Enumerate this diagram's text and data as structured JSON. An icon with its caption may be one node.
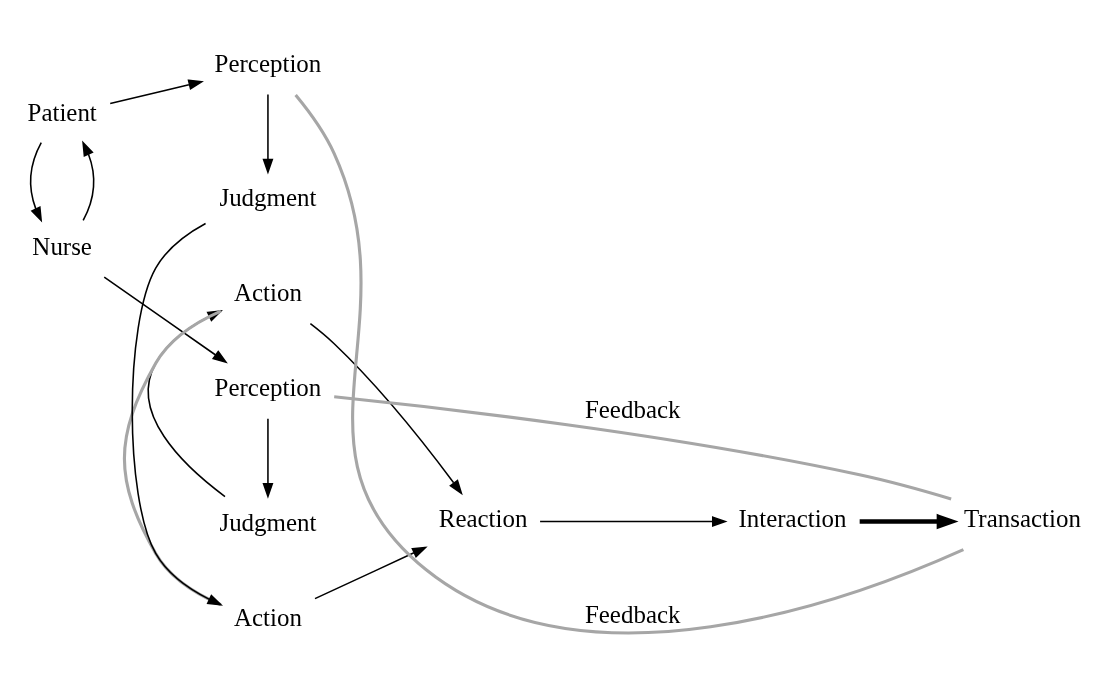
{
  "diagram": {
    "nodes": [
      {
        "text": [
          "Nurse"
        ]
      },
      {
        "text": [
          "Patient"
        ]
      },
      {
        "text": [
          "Perception"
        ]
      },
      {
        "text": [
          "Judgment"
        ]
      },
      {
        "text": [
          "Action"
        ]
      },
      {
        "text": [
          "Action"
        ]
      },
      {
        "text": [
          "Judgment"
        ]
      },
      {
        "text": [
          "Perception"
        ]
      },
      {
        "text": [
          "Reaction"
        ]
      },
      {
        "text": [
          "Interaction"
        ]
      },
      {
        "text": [
          "Transaction"
        ]
      }
    ],
    "edges": [
      {
        "from": 0,
        "to": 1,
        "arrow": "to"
      },
      {
        "from": 1,
        "to": 0,
        "arrow": "to"
      },
      {
        "from": 0,
        "to": 2,
        "arrow": "to"
      },
      {
        "from": 1,
        "to": 7,
        "arrow": "to"
      },
      {
        "from": 2,
        "to": 3,
        "arrow": "to"
      },
      {
        "from": 3,
        "to": 4,
        "arrow": "to"
      },
      {
        "from": 7,
        "to": 6,
        "arrow": "to"
      },
      {
        "from": 6,
        "to": 5,
        "arrow": "to"
      },
      {
        "from": 4,
        "to": 5,
        "arrow": "none",
        "color": "#a6a6a6"
      },
      {
        "from": 4,
        "to": 8,
        "arrow": "to"
      },
      {
        "from": 5,
        "to": 8,
        "arrow": "to"
      },
      {
        "from": 8,
        "to": 9,
        "arrow": "to"
      },
      {
        "from": 9,
        "to": 10,
        "arrow": "to",
        "style": "thick"
      },
      {
        "from": 10,
        "to": 2,
        "arrow": "none",
        "color": "#a6a6a6",
        "label": "Feedback"
      },
      {
        "from": 10,
        "to": 7,
        "arrow": "none",
        "color": "#a6a6a6",
        "label": "Feedback"
      }
    ]
  }
}
